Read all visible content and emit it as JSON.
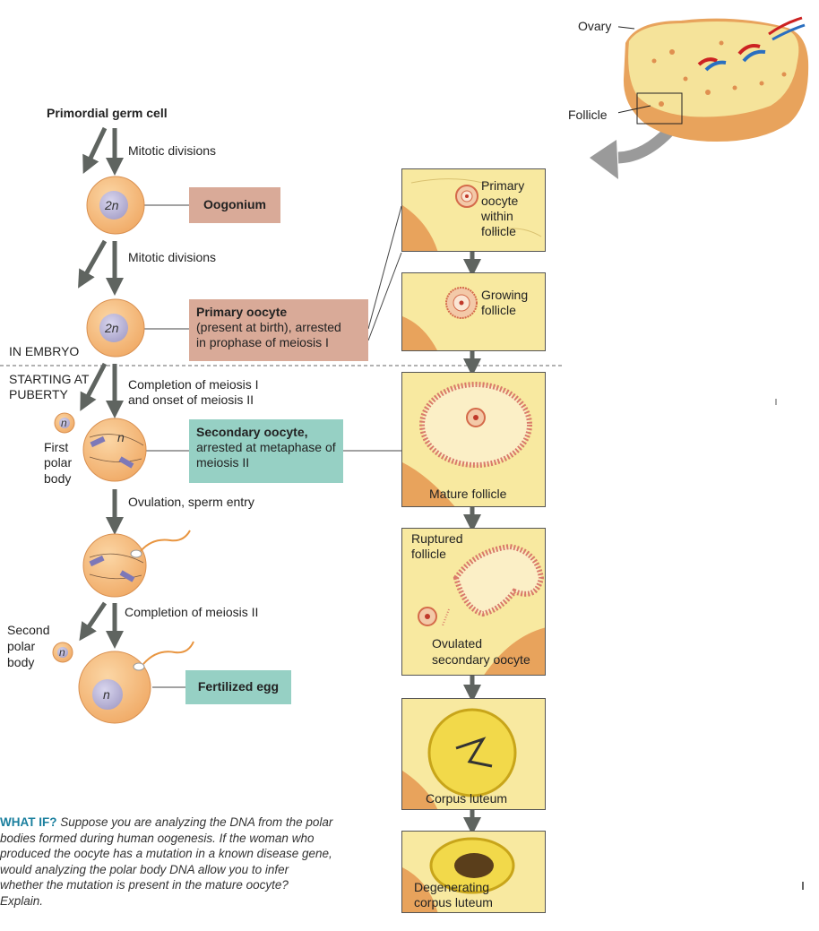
{
  "labels": {
    "primordial": "Primordial germ cell",
    "mitotic1": "Mitotic divisions",
    "mitotic2": "Mitotic divisions",
    "in_embryo": "IN EMBRYO",
    "puberty_1": "STARTING AT",
    "puberty_2": "PUBERTY",
    "meiosis_1": "Completion of meiosis I",
    "meiosis_2": "and onset of meiosis II",
    "first_1": "First",
    "first_2": "polar",
    "first_3": "body",
    "ovulation": "Ovulation, sperm entry",
    "completion2": "Completion of meiosis II",
    "second_1": "Second",
    "second_2": "polar",
    "second_3": "body",
    "ovary": "Ovary",
    "follicle": "Follicle"
  },
  "cells": {
    "oogonium_ploidy": "2n",
    "primary_ploidy": "2n",
    "secondary_ploidy": "n",
    "first_polar_ploidy": "n",
    "second_polar_ploidy": "n",
    "fertilized_ploidy": "n"
  },
  "boxes": {
    "oogonium": "Oogonium",
    "primary_title": "Primary oocyte",
    "primary_line1": "(present at birth), arrested",
    "primary_line2": "in prophase of meiosis I",
    "secondary_title": "Secondary oocyte,",
    "secondary_line1": "arrested at metaphase of",
    "secondary_line2": "meiosis II",
    "fertilized": "Fertilized egg"
  },
  "panels": {
    "p1_1": "Primary",
    "p1_2": "oocyte",
    "p1_3": "within",
    "p1_4": "follicle",
    "p2_1": "Growing",
    "p2_2": "follicle",
    "p3": "Mature follicle",
    "p4_1": "Ruptured",
    "p4_2": "follicle",
    "p4_3": "Ovulated",
    "p4_4": "secondary oocyte",
    "p5": "Corpus luteum",
    "p6_1": "Degenerating",
    "p6_2": "corpus luteum"
  },
  "whatif": {
    "heading": "WHAT IF?",
    "text": " Suppose you are analyzing the DNA from the polar bodies formed during human oogenesis. If the woman who produced the oocyte has a mutation in a known disease gene, would analyzing the polar body DNA allow you to infer whether the mutation is present in the mature oocyte? Explain."
  },
  "colors": {
    "arrow": "#5f6460",
    "cell_fill": "#f2b577",
    "nucleus": "#bcb7d6",
    "pink_box": "#d9aa98",
    "teal_box": "#96d0c4",
    "whatif_heading": "#1a7f9e"
  }
}
